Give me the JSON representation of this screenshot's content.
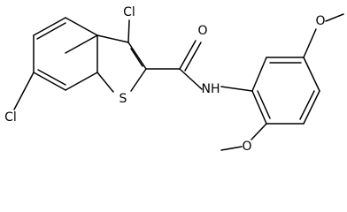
{
  "molecule": {
    "atom_labels": {
      "cl_top": "Cl",
      "cl_bottom": "Cl",
      "sulfur": "S",
      "oxygen_carbonyl": "O",
      "amide_nh": "NH",
      "methoxy_top_o": "O",
      "methoxy_bottom_o": "O"
    }
  }
}
